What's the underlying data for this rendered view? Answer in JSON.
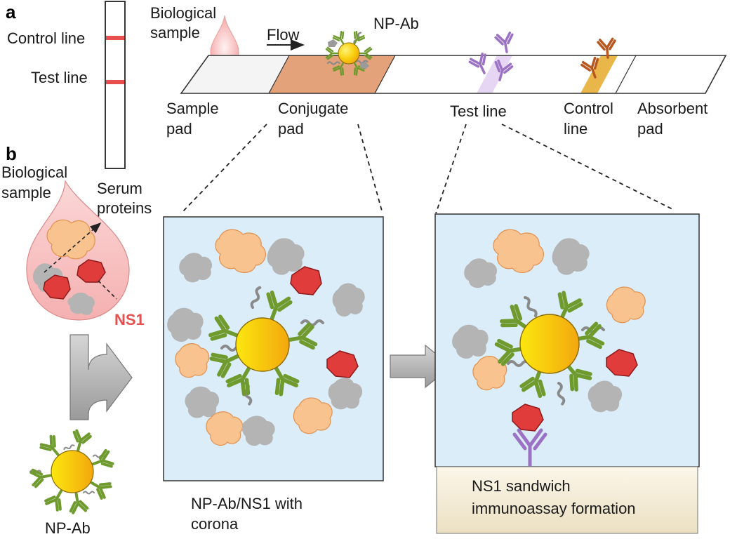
{
  "panel_a": {
    "letter": "a",
    "strip": {
      "control_line": "Control line",
      "test_line": "Test line"
    },
    "biological_sample": [
      "Biological",
      "sample"
    ],
    "flow": "Flow",
    "np_ab": "NP-Ab",
    "pads": {
      "sample_pad": [
        "Sample",
        "pad"
      ],
      "conjugate_pad": [
        "Conjugate",
        "pad"
      ],
      "test_line": "Test line",
      "control_line": [
        "Control",
        "line"
      ],
      "absorbent_pad": [
        "Absorbent",
        "pad"
      ]
    }
  },
  "panel_b": {
    "letter": "b",
    "biological_sample": [
      "Biological",
      "sample"
    ],
    "serum_proteins": [
      "Serum",
      "proteins"
    ],
    "ns1": "NS1",
    "np_ab": "NP-Ab",
    "corona_caption": [
      "NP-Ab/NS1 with",
      "corona"
    ],
    "sandwich_caption": [
      "NS1 sandwich",
      "immunoassay formation"
    ]
  },
  "colors": {
    "ns1": "#e8504f",
    "ns1_fill": "#e03c3c",
    "antibody": "#6f9a2e",
    "capture_antibody": "#9b72c4",
    "control_antibody": "#b8571f",
    "nanoparticle": "#f7c30a",
    "panel_bg": "#dcedfa",
    "serum_protein": "#f9c390",
    "gray_protein": "#b4b4b4",
    "conjugate_pad": "#e4a27a",
    "control_band": "#e8b649",
    "test_band": "#e6d5f3"
  }
}
